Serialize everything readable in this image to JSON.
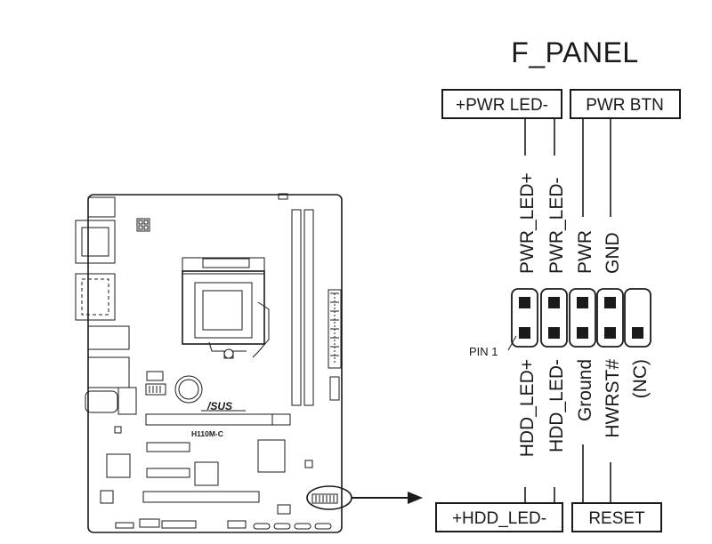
{
  "header": {
    "title": "F_PANEL"
  },
  "top_groups": [
    {
      "label": "+PWR LED-"
    },
    {
      "label": "PWR BTN"
    }
  ],
  "bottom_groups": [
    {
      "label": "+HDD_LED-"
    },
    {
      "label": "RESET"
    }
  ],
  "top_pins": [
    "PWR_LED+",
    "PWR_LED-",
    "PWR",
    "GND"
  ],
  "bottom_pins": [
    "HDD_LED+",
    "HDD_LED-",
    "Ground",
    "HWRST#",
    "(NC)"
  ],
  "pin1_label": "PIN 1",
  "board": {
    "model": "H110M-C",
    "brand": "/SUS"
  }
}
